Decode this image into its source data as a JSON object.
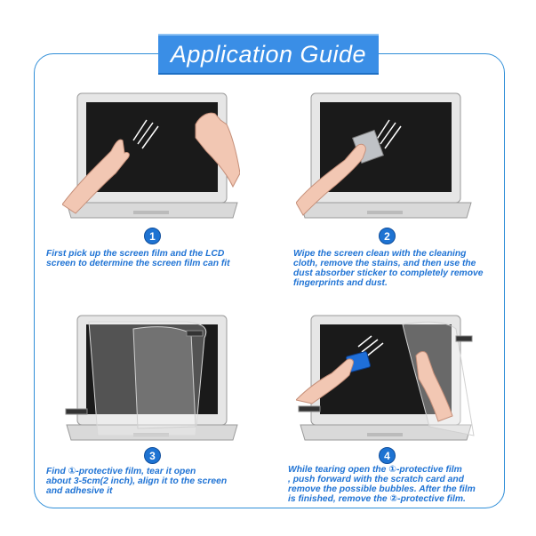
{
  "banner": {
    "title": "Application Guide"
  },
  "steps": [
    {
      "number": "1",
      "lines": [
        "First pick up the screen film and the LCD",
        "screen to determine the screen film can fit"
      ]
    },
    {
      "number": "2",
      "lines": [
        "Wipe the screen clean with the cleaning",
        "cloth, remove the stains, and then use the",
        "dust absorber sticker to completely remove",
        "fingerprints and dust."
      ]
    },
    {
      "number": "3",
      "lines": [
        "Find ①-protective film, tear it open",
        "about 3-5cm(2 inch), align it to the screen",
        "and adhesive it"
      ]
    },
    {
      "number": "4",
      "lines": [
        "While tearing open the ①-protective film",
        ", push forward with the scratch card and",
        "remove the possible bubbles. After the film",
        "is finished, remove the ②-protective film."
      ]
    }
  ],
  "colors": {
    "accent": "#2f8ed8",
    "banner": "#3a8ee6",
    "caption": "#1f73d4",
    "badge": "#1e73d2"
  }
}
